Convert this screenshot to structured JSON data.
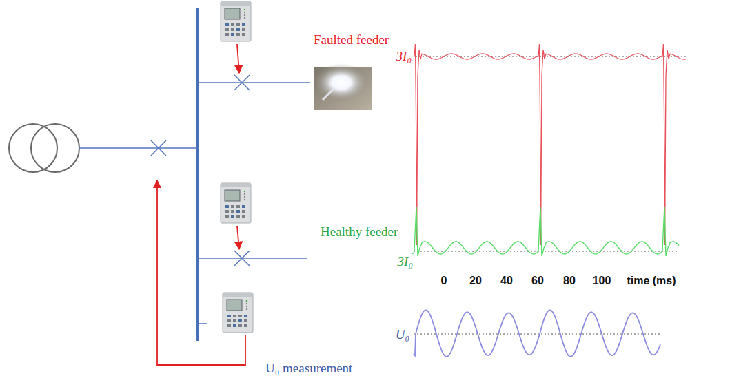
{
  "diagram": {
    "labels": [
      "Faulted feeder",
      "3I₀",
      "Healthy feeder",
      "3I₀",
      "0",
      "20",
      "40",
      "60",
      "80",
      "100",
      "time (ms)",
      "U₀ measurement",
      "U₀"
    ]
  }
}
